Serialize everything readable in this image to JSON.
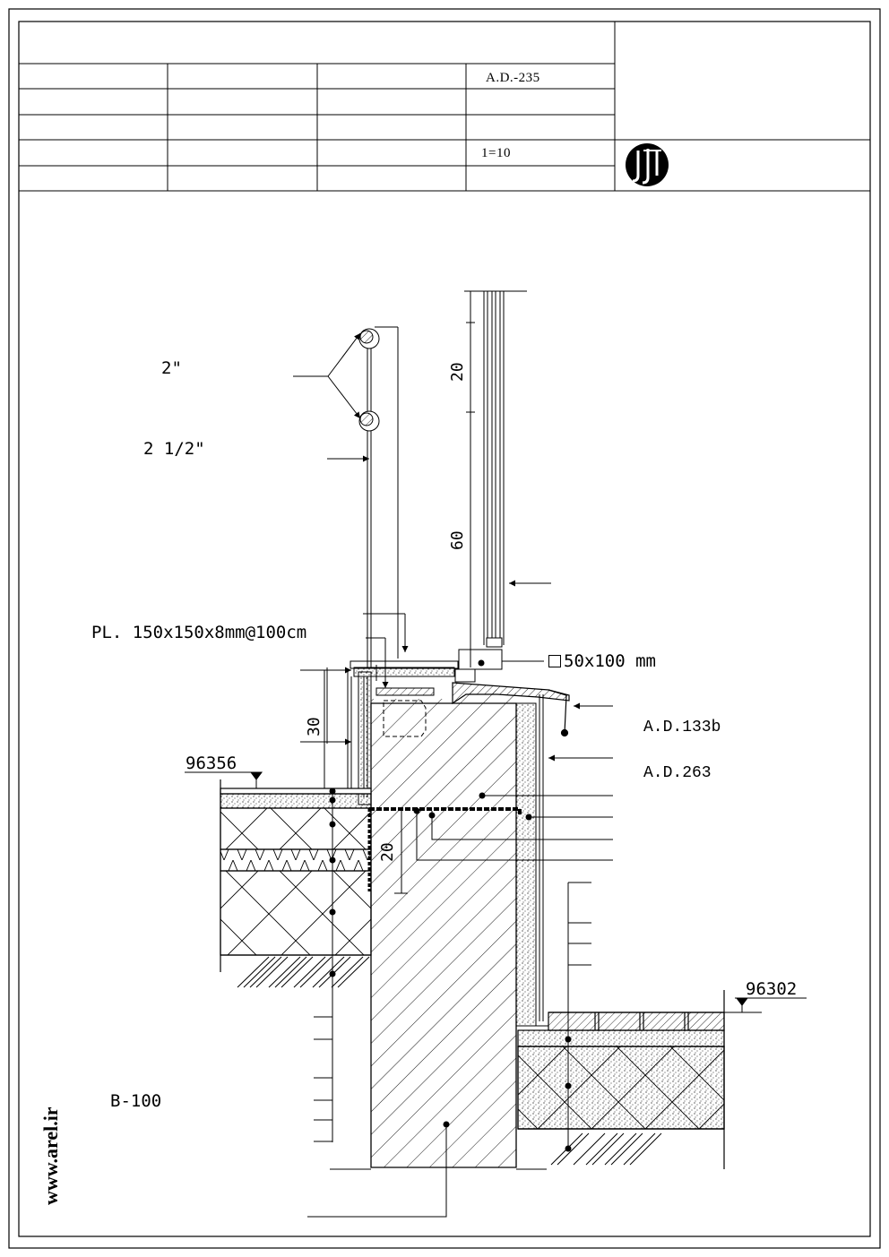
{
  "title_block": {
    "drawing_code": "A.D.-235",
    "scale": "1=10"
  },
  "labels": {
    "pipe_top": "2\"",
    "pipe_bottom": "2 1/2\"",
    "plate": "PL. 150x150x8mm@100cm",
    "section_size": "50x100  mm",
    "ref_a": "A.D.133b",
    "ref_b": "A.D.263",
    "level_high": "96356",
    "level_low": "96302",
    "block": "B-100",
    "dim_20_top": "20",
    "dim_60": "60",
    "dim_30": "30",
    "dim_20_bottom": "20"
  },
  "side_text": "www.arel.ir"
}
